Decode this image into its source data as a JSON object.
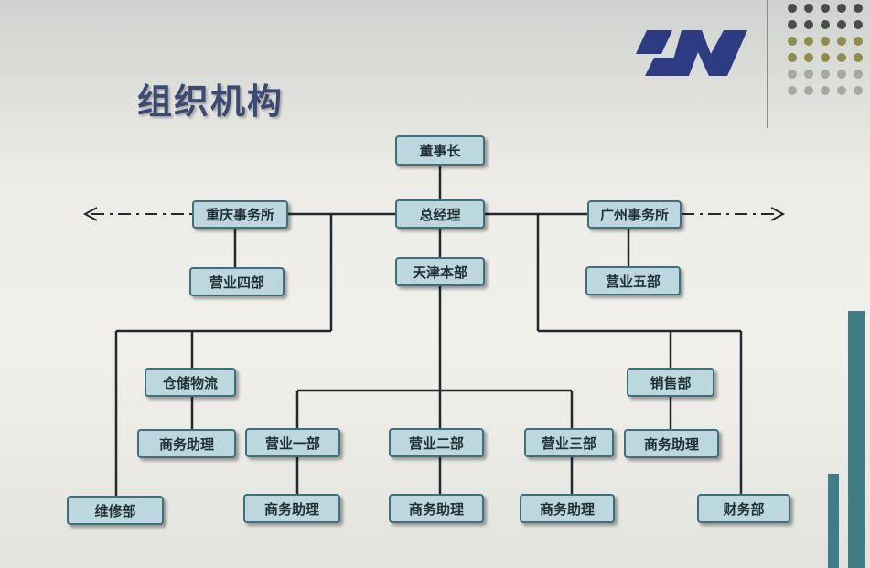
{
  "slide": {
    "title": "组织机构",
    "colors": {
      "node_fill": "#bcd7dd",
      "node_border": "#3e6f7c",
      "title": "#3a4a73",
      "logo": "#2d3c82",
      "accent_bar": "#3f7d86"
    }
  },
  "logo": {
    "icon": "company-logo-icon"
  },
  "org": {
    "chairman": "董事长",
    "general_manager": "总经理",
    "chongqing_office": "重庆事务所",
    "guangzhou_office": "广州事务所",
    "sales_dept_4": "营业四部",
    "tianjin_hq": "天津本部",
    "sales_dept_5": "营业五部",
    "warehouse_logistics": "仓储物流",
    "sales_department": "销售部",
    "business_assistant_warehouse": "商务助理",
    "sales_dept_1": "营业一部",
    "sales_dept_2": "营业二部",
    "sales_dept_3": "营业三部",
    "business_assistant_sales": "商务助理",
    "maintenance_dept": "维修部",
    "business_assistant_1": "商务助理",
    "business_assistant_2": "商务助理",
    "business_assistant_3": "商务助理",
    "finance_dept": "财务部"
  }
}
